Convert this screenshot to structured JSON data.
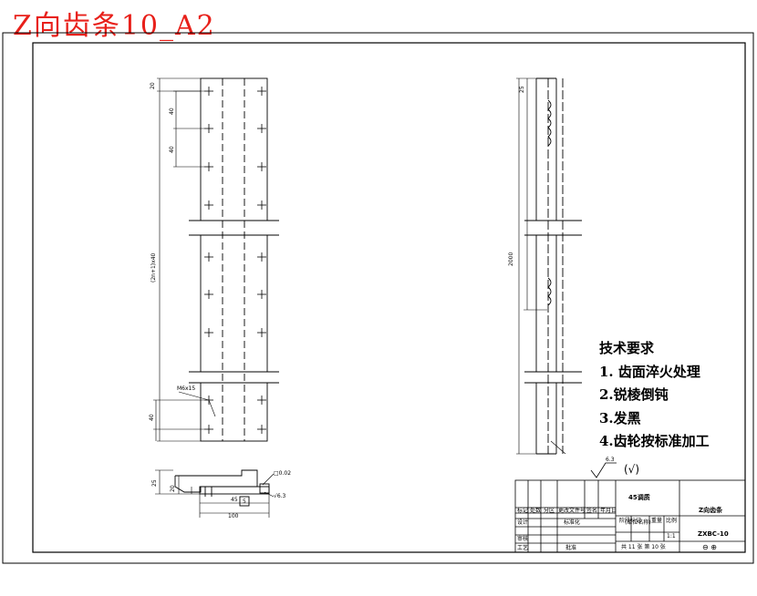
{
  "title": "Z向齿条10_A2",
  "tech_requirements": {
    "heading": "技术要求",
    "items": [
      "1. 齿面淬火处理",
      "2.锐棱倒钝",
      "3.发黑",
      "4.齿轮按标准加工"
    ]
  },
  "surface_symbol": {
    "roughness": "6.3",
    "other": "(√)"
  },
  "dimensions": {
    "top_offset": "20",
    "pitch_1": "40",
    "pitch_2": "40",
    "total_length": "(2n+1)x40",
    "hole_callout": "M6x15",
    "bottom_offset": "40",
    "rack_pitch": "25",
    "rack_length": "2000",
    "section_height": "25",
    "section_h2": "20",
    "section_width": "100",
    "section_inner": "45",
    "section_small": "5",
    "section_note_1": "□0.02",
    "section_note_2": "√6.3"
  },
  "title_block": {
    "material": "45调质",
    "part_name": "Z向齿条",
    "drawing_no": "ZXBC-10",
    "mark_label": "标记",
    "count_label": "处数",
    "zone_label": "分区",
    "change_label": "更改文件号",
    "sign_label": "签名",
    "date_label": "年月日",
    "design_label": "设计",
    "standard_label": "标准化",
    "stage_label": "阶段标记",
    "weight_label": "重量",
    "scale_label": "比例",
    "scale_value": "1:1",
    "review_label": "审核",
    "process_label": "工艺",
    "approve_label": "批准",
    "sheet_info": "共 11 张  第 10 张",
    "projection": "⊖ ⊕",
    "unit": "(单位名称)"
  }
}
